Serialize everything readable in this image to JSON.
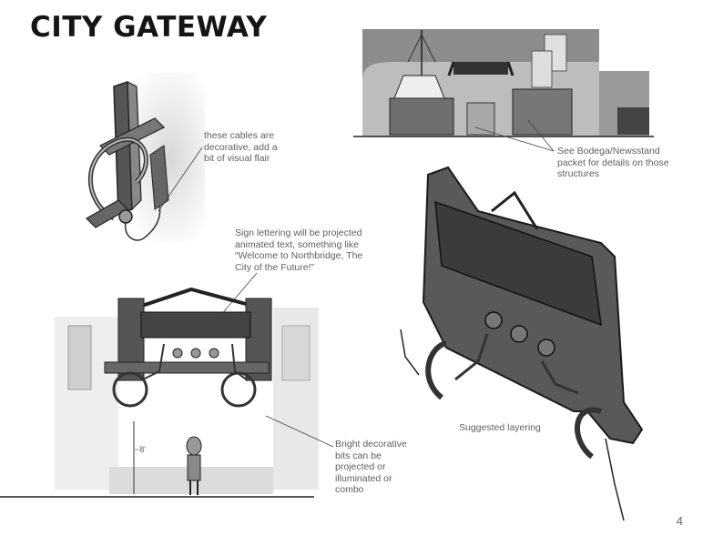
{
  "page": {
    "title": "CITY GATEWAY",
    "page_number": "4"
  },
  "notes": {
    "cables": "these cables are\ndecorative, add a\nbit of visual flair",
    "bodega": "See Bodega/Newsstand\npacket for details on those\nstructures",
    "sign": "Sign lettering will be projected\nanimated text, something like\n“Welcome to Northbridge, The\nCity of the Future!”",
    "layering": "Suggested layering",
    "bright": "Bright decorative\nbits can be\nprojected or\nilluminated or\ncombo",
    "height": "~8'"
  }
}
